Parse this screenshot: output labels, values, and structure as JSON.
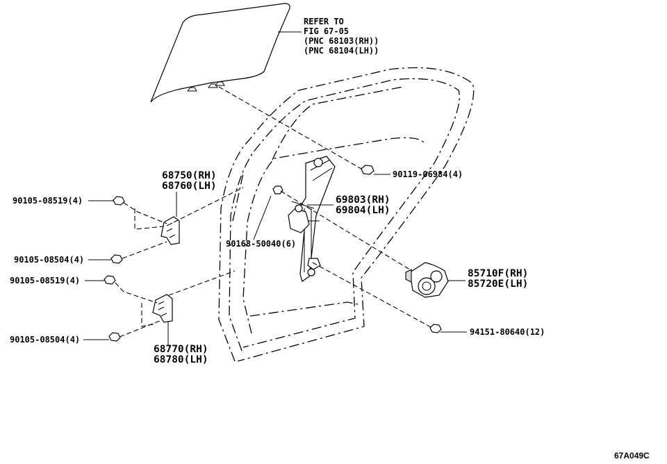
{
  "callouts": {
    "glass_ref": [
      "REFER TO",
      "FIG 67-05",
      "(PNC 68103(RH))",
      "(PNC 68104(LH))"
    ],
    "bolt_top": "90119-06984(4)",
    "hinge_upper": [
      "68750(RH)",
      "68760(LH)"
    ],
    "regulator": [
      "69803(RH)",
      "69804(LH)"
    ],
    "bolt_upper_a": "90105-08519(4)",
    "bolt_upper_b": "90105-08504(4)",
    "bolt_lower_a": "90105-08519(4)",
    "bolt_lower_b": "90105-08504(4)",
    "screw_regulator": "90168-50040(6)",
    "motor": [
      "85710F(RH)",
      "85720E(LH)"
    ],
    "nut": "94151-80640(12)",
    "hinge_lower": [
      "68770(RH)",
      "68780(LH)"
    ]
  },
  "figure_code": "67A049C"
}
